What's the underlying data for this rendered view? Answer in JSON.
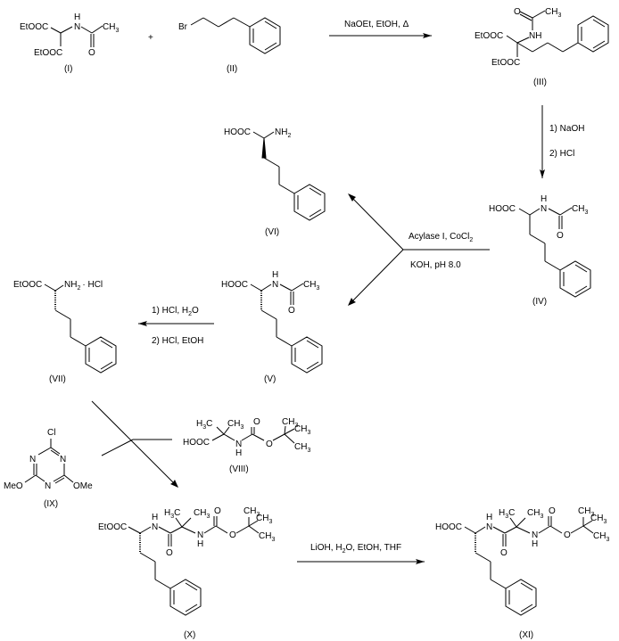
{
  "diagram": {
    "title": "Synthesis scheme of Boc-Aib-homophenylalanine (XI)",
    "colors": {
      "ink": "#000000",
      "background": "#ffffff"
    },
    "compounds": {
      "I": {
        "label": "(I)",
        "groups": {
          "ester1": "EtOOC",
          "ester2": "EtOOC",
          "nh": "H",
          "n": "N",
          "ch3": "CH",
          "ch3_sub": "3",
          "o": "O"
        }
      },
      "II": {
        "label": "(II)",
        "groups": {
          "br": "Br"
        }
      },
      "III": {
        "label": "(III)",
        "groups": {
          "ester1": "EtOOC",
          "ester2": "EtOOC",
          "nh": "NH",
          "ch3": "CH",
          "ch3_sub": "3",
          "o": "O"
        }
      },
      "IV": {
        "label": "(IV)",
        "groups": {
          "acid": "HOOC",
          "h": "H",
          "n": "N",
          "ch3": "CH",
          "ch3_sub": "3",
          "o": "O"
        }
      },
      "V": {
        "label": "(V)",
        "groups": {
          "acid": "HOOC",
          "h": "H",
          "n": "N",
          "ch3": "CH",
          "ch3_sub": "3",
          "o": "O"
        }
      },
      "VI": {
        "label": "(VI)",
        "groups": {
          "acid": "HOOC",
          "nh2": "NH",
          "nh2_sub": "2"
        }
      },
      "VII": {
        "label": "(VII)",
        "groups": {
          "ester": "EtOOC",
          "nh2": "NH",
          "nh2_sub": "2",
          "salt": "· HCl"
        }
      },
      "VIII": {
        "label": "(VIII)",
        "groups": {
          "acid": "HOOC",
          "h3c": "H",
          "h3c_sub": "3",
          "h3c_c": "C",
          "ch3a": "CH",
          "ch3_sub": "3",
          "o1": "O",
          "o2": "O",
          "n": "N",
          "h": "H"
        }
      },
      "IX": {
        "label": "(IX)",
        "groups": {
          "cl": "Cl",
          "n": "N",
          "meo": "MeO",
          "ome": "OMe"
        }
      },
      "X": {
        "label": "(X)",
        "groups": {
          "ester": "EtOOC",
          "h": "H",
          "n": "N",
          "h3c": "H",
          "h3c_sub": "3",
          "h3c_c": "C",
          "ch3": "CH",
          "ch3_sub": "3",
          "o": "O"
        }
      },
      "XI": {
        "label": "(XI)",
        "groups": {
          "acid": "HOOC",
          "h": "H",
          "n": "N",
          "h3c": "H",
          "h3c_sub": "3",
          "h3c_c": "C",
          "ch3": "CH",
          "ch3_sub": "3",
          "o": "O"
        }
      }
    },
    "plus_sign": "+",
    "reactions": {
      "step1": {
        "conditions": [
          "NaOEt, EtOH, Δ"
        ]
      },
      "step2": {
        "conditions": [
          "1) NaOH",
          "2) HCl"
        ]
      },
      "step3": {
        "conditions_top": "Acylase I, CoCl",
        "conditions_top_sub": "2",
        "conditions_bottom": "KOH, pH 8.0"
      },
      "step4": {
        "line1_a": "1) HCl, H",
        "line1_sub": "2",
        "line1_b": "O",
        "line2": "2) HCl, EtOH"
      },
      "step6": {
        "text_a": "LiOH, H",
        "text_sub": "2",
        "text_b": "O, EtOH, THF"
      }
    }
  }
}
